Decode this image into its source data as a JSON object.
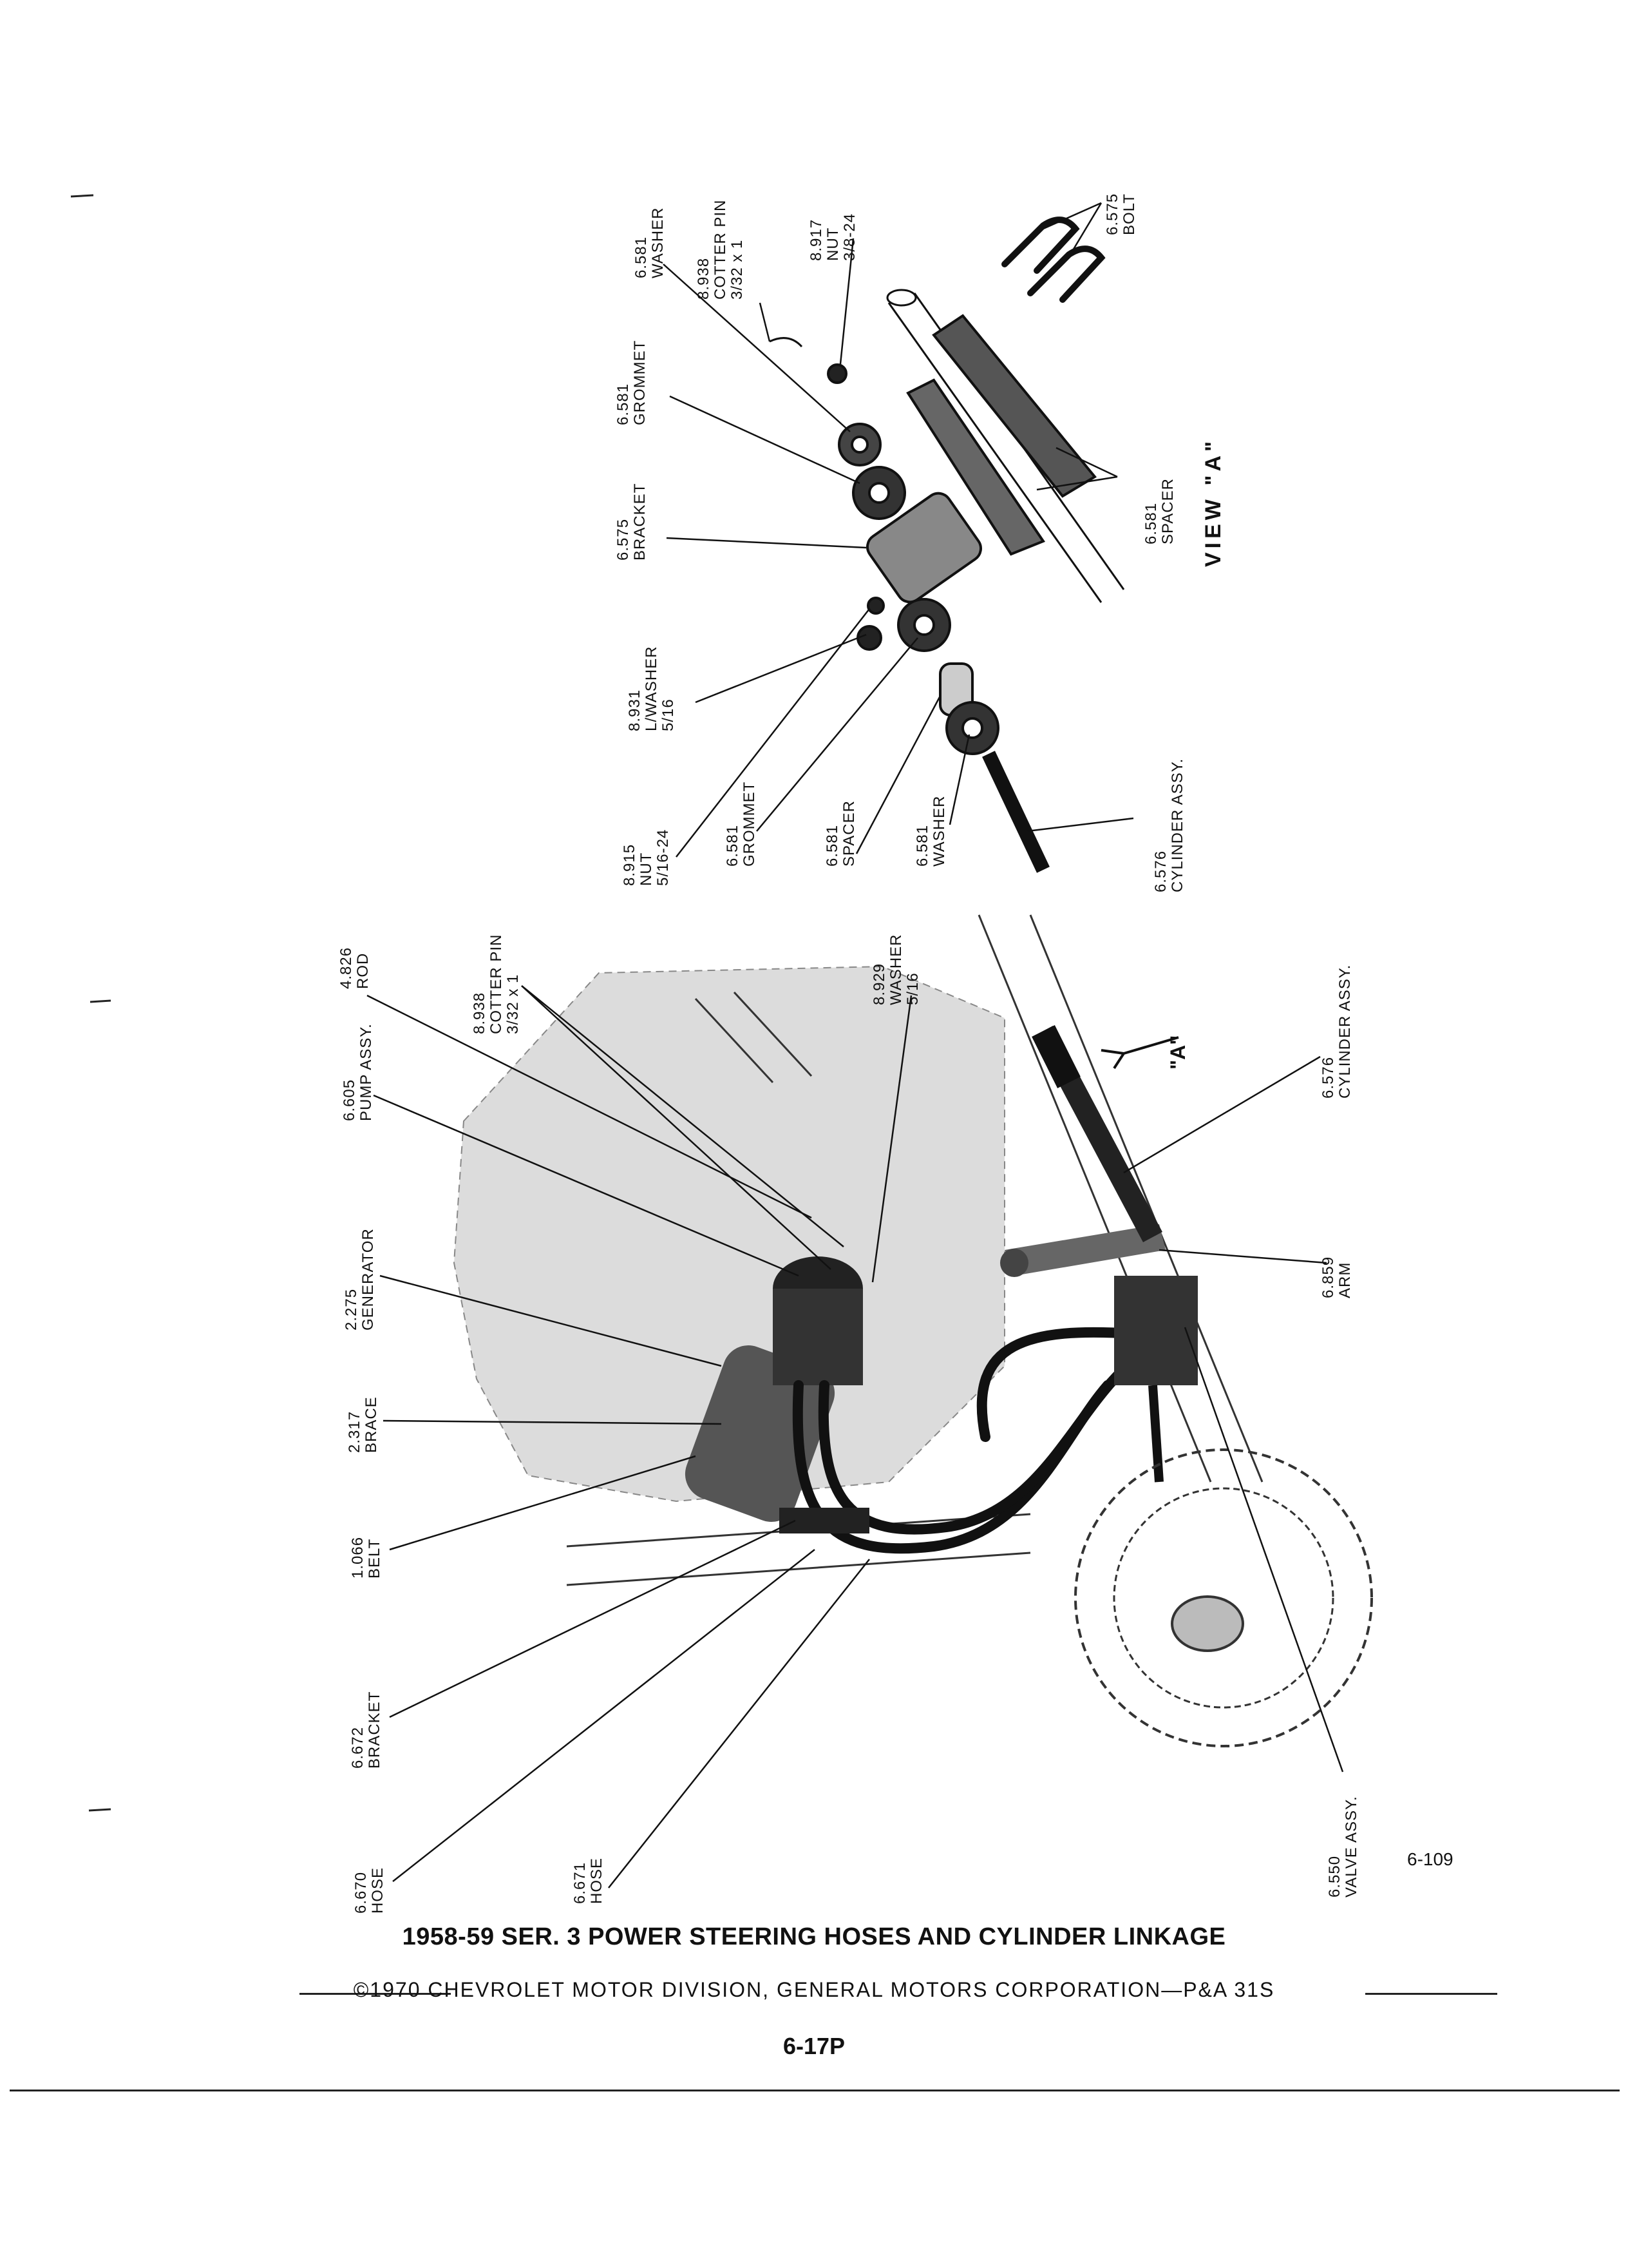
{
  "figure_number": "6-109",
  "view_label": "VIEW \"A\"",
  "view_callout": "\"A\"",
  "main_labels": [
    {
      "code": "4.826",
      "name": "ROD",
      "extra": ""
    },
    {
      "code": "6.605",
      "name": "PUMP ASSY.",
      "extra": ""
    },
    {
      "code": "8.938",
      "name": "COTTER PIN",
      "extra": "3/32 x 1"
    },
    {
      "code": "2.275",
      "name": "GENERATOR",
      "extra": ""
    },
    {
      "code": "8.929",
      "name": "WASHER",
      "extra": "5/16"
    },
    {
      "code": "2.317",
      "name": "BRACE",
      "extra": ""
    },
    {
      "code": "1.066",
      "name": "BELT",
      "extra": ""
    },
    {
      "code": "6.672",
      "name": "BRACKET",
      "extra": ""
    },
    {
      "code": "6.670",
      "name": "HOSE",
      "extra": ""
    },
    {
      "code": "6.671",
      "name": "HOSE",
      "extra": ""
    },
    {
      "code": "6.576",
      "name": "CYLINDER ASSY.",
      "extra": ""
    },
    {
      "code": "6.859",
      "name": "ARM",
      "extra": ""
    },
    {
      "code": "6.550",
      "name": "VALVE ASSY.",
      "extra": ""
    }
  ],
  "view_a_labels": [
    {
      "code": "6.581",
      "name": "WASHER",
      "extra": ""
    },
    {
      "code": "8.938",
      "name": "COTTER PIN",
      "extra": "3/32 x 1"
    },
    {
      "code": "8.917",
      "name": "NUT",
      "extra": "3/8-24"
    },
    {
      "code": "6.575",
      "name": "BOLT",
      "extra": ""
    },
    {
      "code": "6.581",
      "name": "GROMMET",
      "extra": ""
    },
    {
      "code": "6.575",
      "name": "BRACKET",
      "extra": ""
    },
    {
      "code": "8.931",
      "name": "L/WASHER",
      "extra": "5/16"
    },
    {
      "code": "8.915",
      "name": "NUT",
      "extra": "5/16-24"
    },
    {
      "code": "6.581",
      "name": "GROMMET",
      "extra": ""
    },
    {
      "code": "6.581",
      "name": "SPACER",
      "extra": ""
    },
    {
      "code": "6.581",
      "name": "WASHER",
      "extra": ""
    },
    {
      "code": "6.576",
      "name": "CYLINDER ASSY.",
      "extra": ""
    },
    {
      "code": "6.581",
      "name": "SPACER",
      "extra": ""
    }
  ],
  "caption": "1958-59 SER. 3 POWER STEERING HOSES AND CYLINDER LINKAGE",
  "copyright": "©1970 CHEVROLET MOTOR DIVISION, GENERAL MOTORS CORPORATION—P&A 31S",
  "page_number": "6-17P",
  "colors": {
    "ink": "#111111",
    "shade": "#dcdcdc",
    "paper": "#ffffff"
  }
}
